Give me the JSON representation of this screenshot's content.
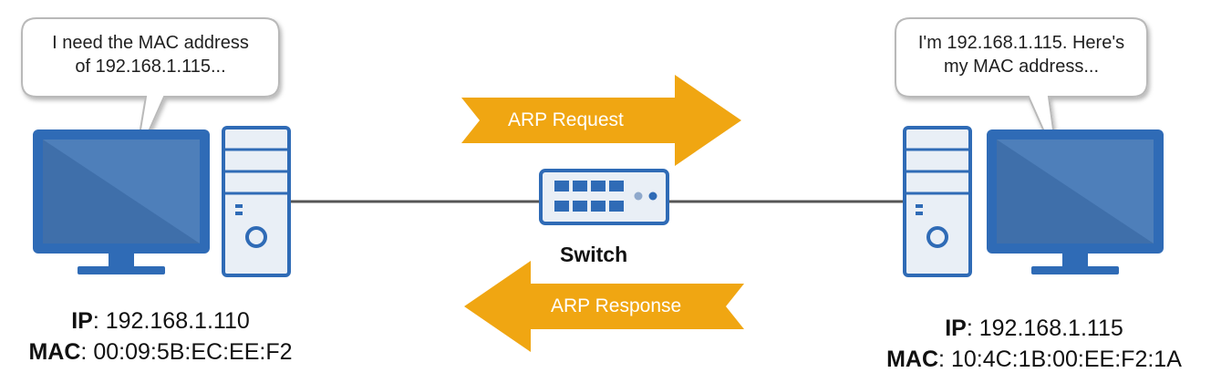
{
  "colors": {
    "monitor_frame": "#2f6bb6",
    "monitor_screen": "#3f6faa",
    "tower_fill": "#e9eff6",
    "tower_outline": "#2f6bb6",
    "arrow": "#f0a612",
    "cable": "#555555",
    "bubble_fill": "#ffffff",
    "bubble_border": "#b9b9b9"
  },
  "left_host": {
    "bubble_line1": "I need the MAC address",
    "bubble_line2": "of 192.168.1.115...",
    "ip_label": "IP",
    "ip_value": ": 192.168.1.110",
    "mac_label": "MAC",
    "mac_value": ": 00:09:5B:EC:EE:F2"
  },
  "right_host": {
    "bubble_line1": "I'm 192.168.1.115. Here's",
    "bubble_line2": "my MAC address...",
    "ip_label": "IP",
    "ip_value": ": 192.168.1.115",
    "mac_label": "MAC",
    "mac_value": ": 10:4C:1B:00:EE:F2:1A"
  },
  "switch": {
    "label": "Switch"
  },
  "arrows": {
    "request": "ARP Request",
    "response": "ARP Response"
  }
}
